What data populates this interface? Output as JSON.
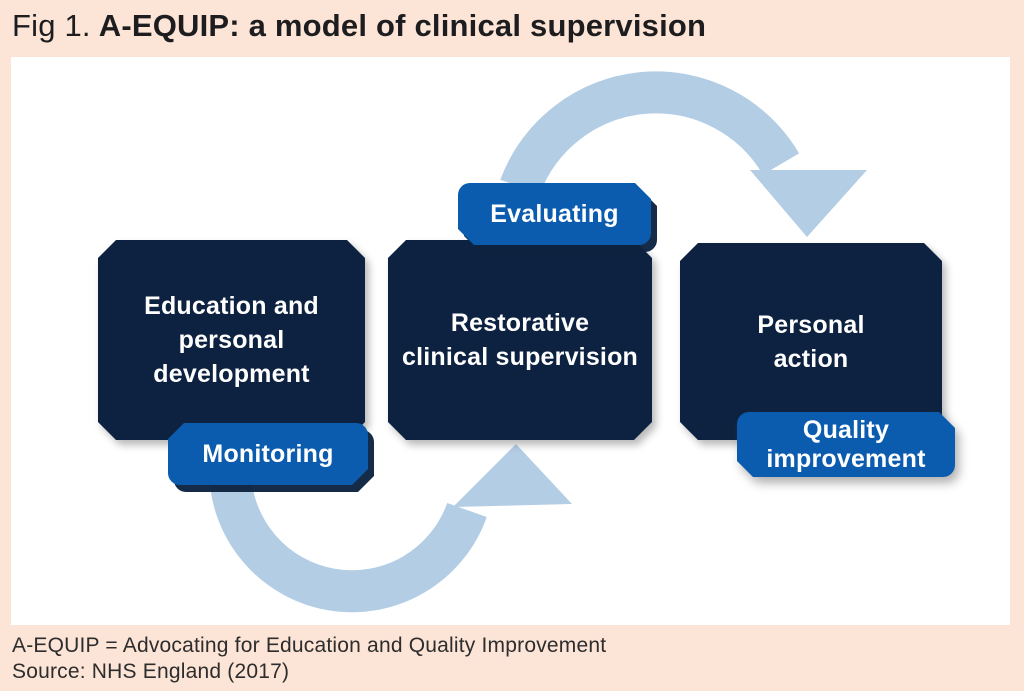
{
  "title": {
    "fig_label": "Fig 1.",
    "text": "A-EQUIP: a model of clinical supervision"
  },
  "diagram": {
    "boxes": [
      {
        "id": "education",
        "label": "Education and\npersonal\ndevelopment"
      },
      {
        "id": "restorative",
        "label": "Restorative\nclinical supervision"
      },
      {
        "id": "personal_action",
        "label": "Personal\naction"
      }
    ],
    "pills": [
      {
        "id": "evaluating",
        "label": "Evaluating"
      },
      {
        "id": "monitoring",
        "label": "Monitoring"
      },
      {
        "id": "quality_improvement",
        "label": "Quality\nimprovement"
      }
    ],
    "colors": {
      "box_navy": "#0d2240",
      "pill_blue": "#0b5cae",
      "arrow_light_blue": "#b3cde5",
      "background_peach": "#fce4d6",
      "panel_white": "#ffffff"
    }
  },
  "footer": {
    "abbreviation_note": "A-EQUIP = Advocating for Education and Quality Improvement",
    "source": "Source: NHS England (2017)"
  }
}
